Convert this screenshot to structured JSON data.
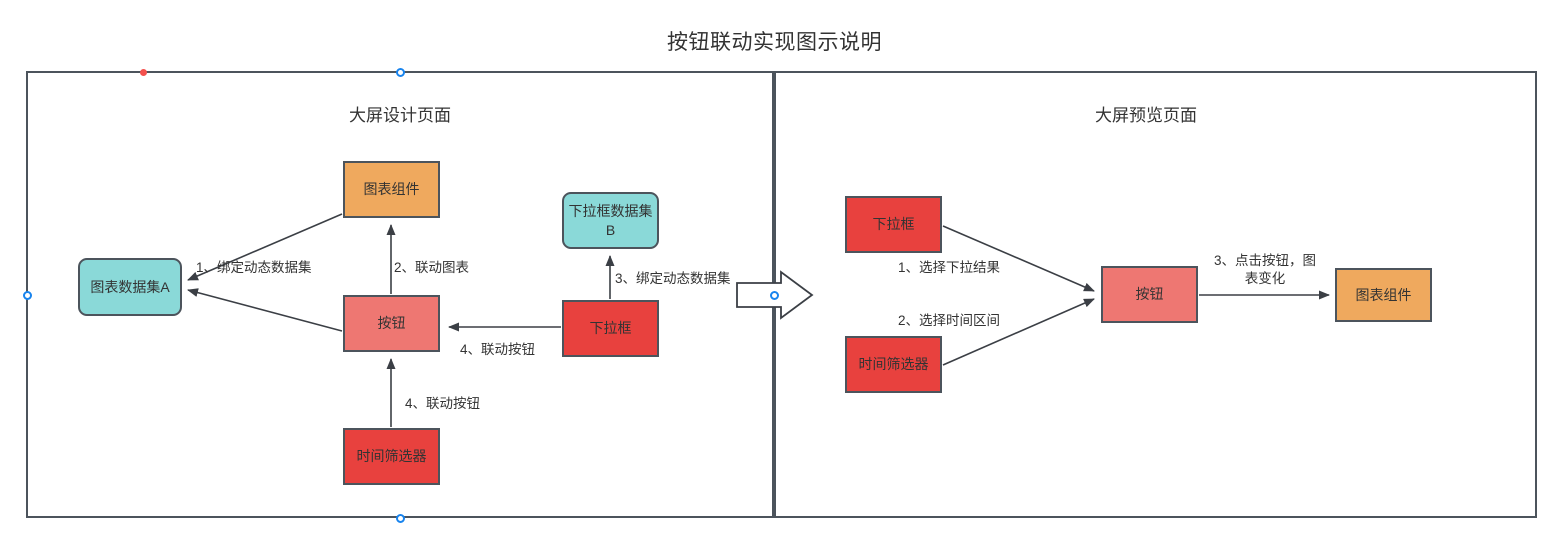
{
  "diagram": {
    "title": "按钮联动实现图示说明",
    "panels": [
      {
        "id": "design",
        "title": "大屏设计页面"
      },
      {
        "id": "preview",
        "title": "大屏预览页面"
      }
    ],
    "design_panel": {
      "nodes": [
        {
          "id": "chart-dataset-a",
          "label": "图表数据集A",
          "color": "#8ad9d8",
          "shape": "rounded-rect"
        },
        {
          "id": "chart-widget",
          "label": "图表组件",
          "color": "#efa95e",
          "shape": "rect"
        },
        {
          "id": "button",
          "label": "按钮",
          "color": "#ee7772",
          "shape": "rect"
        },
        {
          "id": "time-filter",
          "label": "时间筛选器",
          "color": "#e8413e",
          "shape": "rect"
        },
        {
          "id": "dropdown-dataset-b",
          "label": "下拉框数据集B",
          "color": "#8ad9d8",
          "shape": "rounded-rect"
        },
        {
          "id": "dropdown",
          "label": "下拉框",
          "color": "#e8413e",
          "shape": "rect"
        }
      ],
      "edges": [
        {
          "from": "chart-widget",
          "to": "chart-dataset-a",
          "label": "1、绑定动态数据集"
        },
        {
          "from": "button",
          "to": "chart-dataset-a",
          "label": ""
        },
        {
          "from": "button",
          "to": "chart-widget",
          "label": "2、联动图表"
        },
        {
          "from": "dropdown",
          "to": "dropdown-dataset-b",
          "label": "3、绑定动态数据集"
        },
        {
          "from": "dropdown",
          "to": "button",
          "label": "4、联动按钮"
        },
        {
          "from": "time-filter",
          "to": "button",
          "label": "4、联动按钮"
        }
      ]
    },
    "preview_panel": {
      "nodes": [
        {
          "id": "dropdown",
          "label": "下拉框",
          "color": "#e8413e",
          "shape": "rect"
        },
        {
          "id": "time-filter",
          "label": "时间筛选器",
          "color": "#e8413e",
          "shape": "rect"
        },
        {
          "id": "button",
          "label": "按钮",
          "color": "#ee7772",
          "shape": "rect"
        },
        {
          "id": "chart-widget",
          "label": "图表组件",
          "color": "#efa95e",
          "shape": "rect"
        }
      ],
      "edges": [
        {
          "from": "dropdown",
          "to": "button",
          "label": "1、选择下拉结果"
        },
        {
          "from": "time-filter",
          "to": "button",
          "label": "2、选择时间区间"
        },
        {
          "from": "button",
          "to": "chart-widget",
          "label": "3、点击按钮，图表变化"
        }
      ]
    },
    "connector": {
      "name": "block-arrow-right",
      "direction": "right"
    },
    "selection": {
      "handle_color": "#1884ee",
      "anchor_color": "#f4514d",
      "handles": [
        "top",
        "bottom",
        "left",
        "right"
      ]
    },
    "colors": {
      "stroke": "#4c545c",
      "text": "#333333",
      "cyan": "#8ad9d8",
      "orange": "#efa95e",
      "salmon": "#ee7772",
      "red": "#e8413e"
    }
  }
}
